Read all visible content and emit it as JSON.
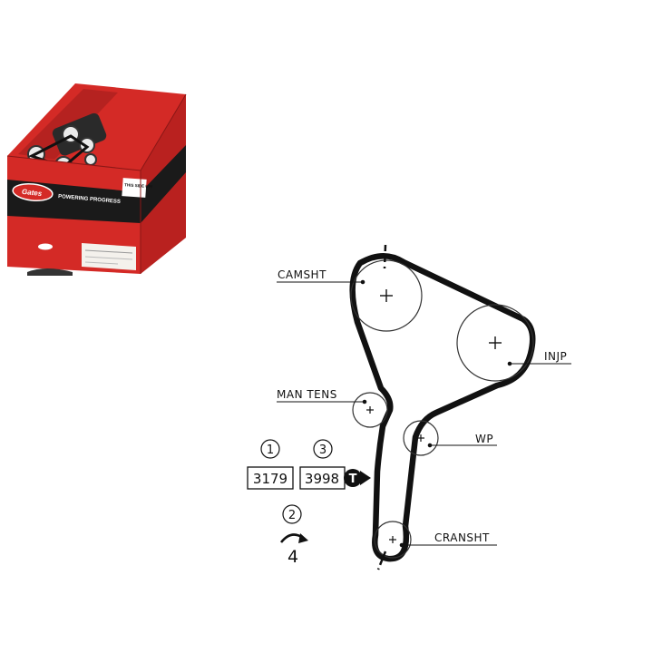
{
  "product_box": {
    "brand": "Gates",
    "slogan": "POWERING PROGRESS",
    "side_up_note": "THIS SIDE UP!",
    "colors": {
      "red": "#d42a26",
      "dark_red": "#a51d1c",
      "black": "#1a1a1a"
    }
  },
  "diagram": {
    "labels": {
      "camshaft": "CAMSHT",
      "injection_pump": "INJP",
      "manual_tensioner": "MAN TENS",
      "water_pump": "WP",
      "crankshaft": "CRANSHT"
    },
    "step1_marker": "1",
    "step1_value": "3179",
    "step3_marker": "3",
    "step3_value": "3998",
    "tension_badge": "T",
    "step2_marker": "2",
    "rotation_count": "4",
    "belt_color": "#111111"
  }
}
